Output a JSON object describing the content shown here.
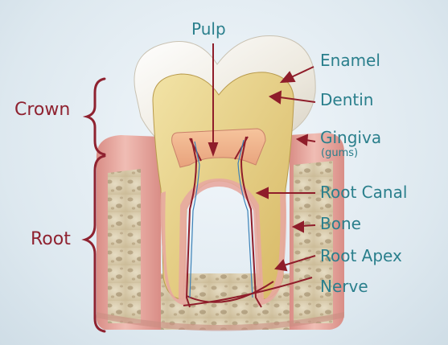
{
  "diagram": {
    "labels": {
      "pulp": "Pulp",
      "enamel": "Enamel",
      "dentin": "Dentin",
      "gingiva": "Gingiva",
      "gingiva_note": "(gums)",
      "root_canal": "Root Canal",
      "bone": "Bone",
      "root_apex": "Root Apex",
      "nerve": "Nerve",
      "crown": "Crown",
      "root": "Root"
    },
    "colors": {
      "label_teal": "#2a7f8c",
      "region_red": "#8f2230",
      "pointer": "#8f1d2a",
      "enamel": "#f4f1e8",
      "dentin": "#e6cf7e",
      "pulp": "#f0b48a",
      "gingiva": "#e3a29a",
      "bone": "#ddd0b4",
      "background": "#dfe9ef"
    }
  }
}
